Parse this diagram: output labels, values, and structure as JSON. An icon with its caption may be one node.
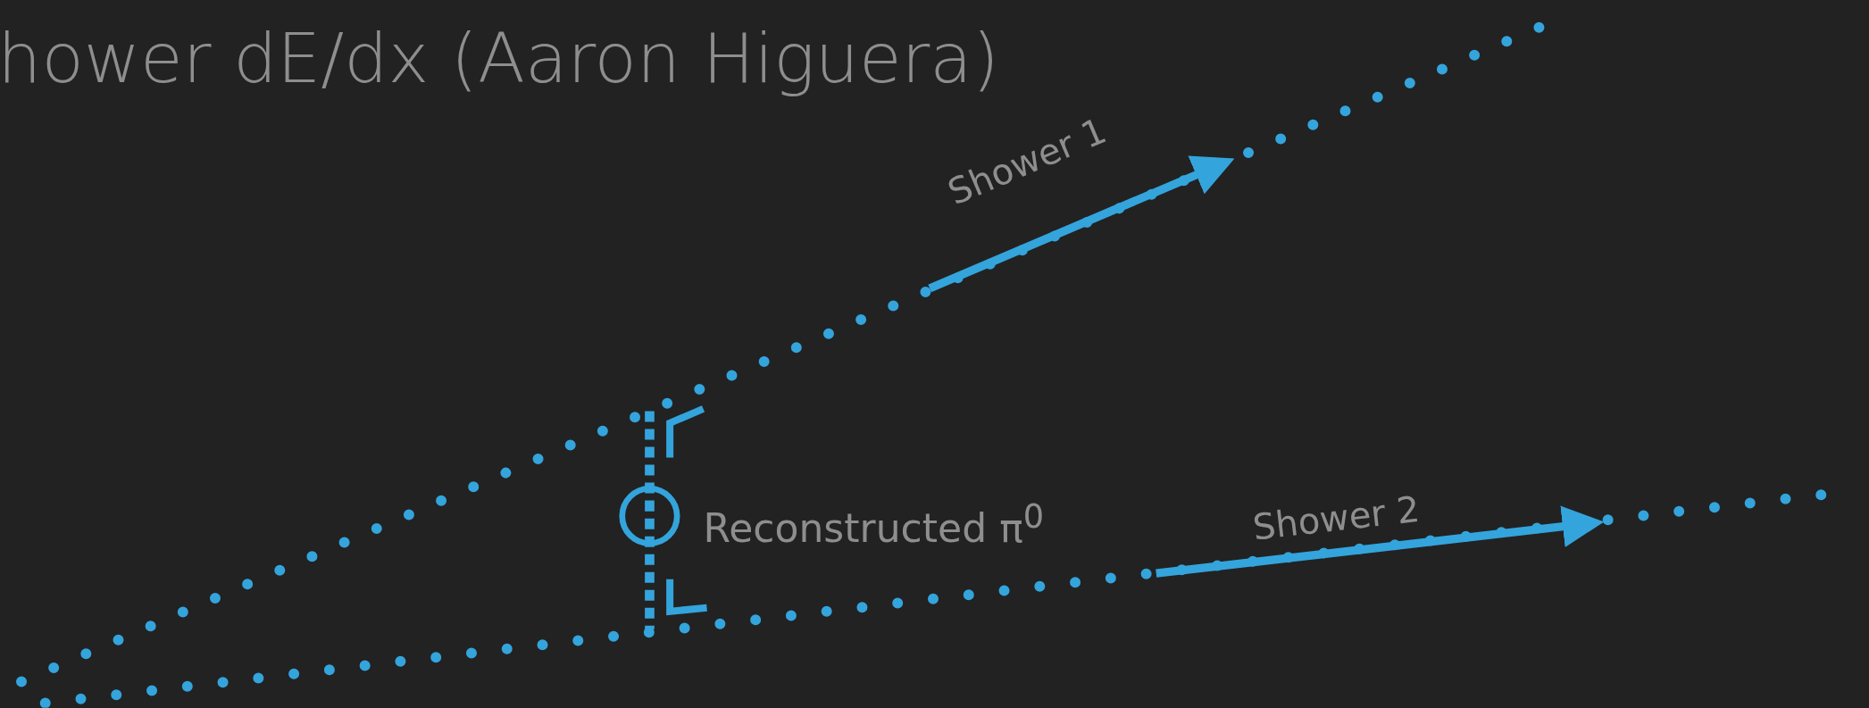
{
  "diagram": {
    "title": "hower dE/dx (Aaron Higuera)",
    "nodes": [
      {
        "text": [],
        "shape": "circle",
        "beside": [
          "Reconstructed π$^{0}$"
        ]
      }
    ],
    "labels": [
      "Shower 1",
      "Shower 2"
    ]
  }
}
